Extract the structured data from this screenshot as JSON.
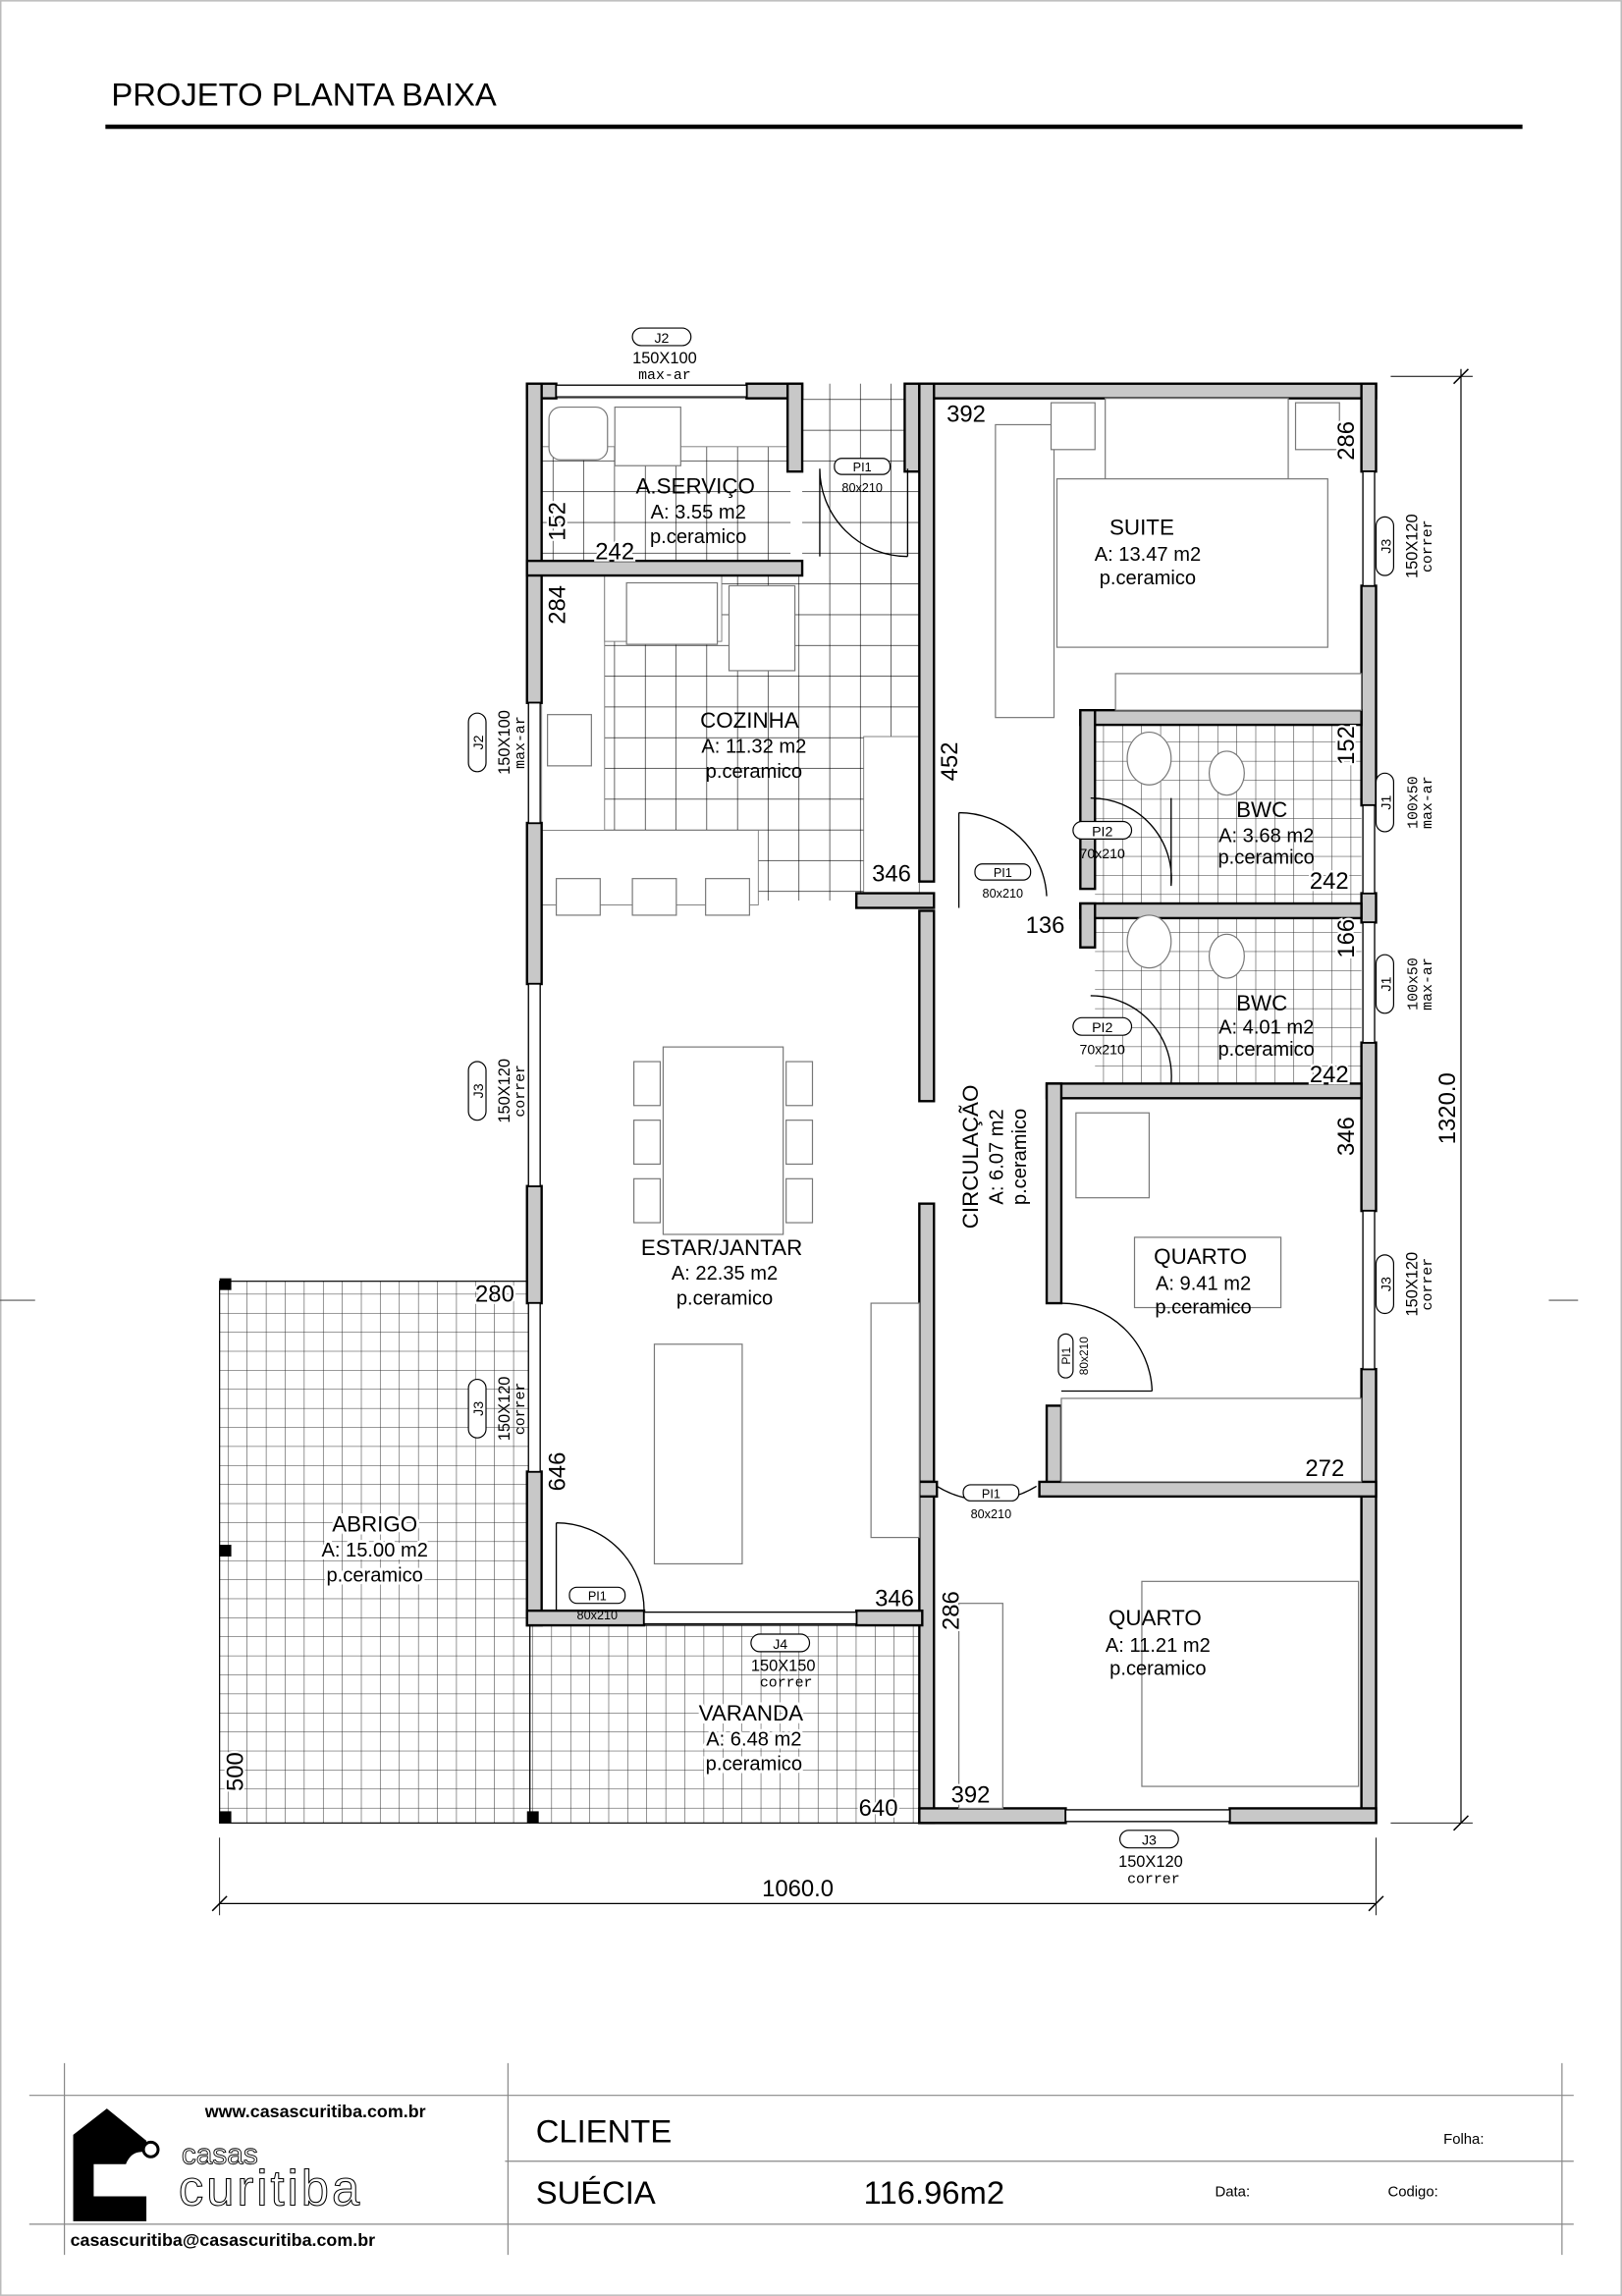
{
  "header": {
    "title": "PROJETO PLANTA BAIXA"
  },
  "rooms": [
    {
      "name": "A.SERVIÇO",
      "area": "A: 3.55 m2",
      "floor": "p.ceramico"
    },
    {
      "name": "COZINHA",
      "area": "A: 11.32 m2",
      "floor": "p.ceramico"
    },
    {
      "name": "SUITE",
      "area": "A: 13.47 m2",
      "floor": "p.ceramico"
    },
    {
      "name": "BWC",
      "area": "A: 3.68 m2",
      "floor": "p.ceramico"
    },
    {
      "name": "BWC",
      "area": "A: 4.01 m2",
      "floor": "p.ceramico"
    },
    {
      "name": "CIRCULAÇÃO",
      "area": "A: 6.07 m2",
      "floor": "p.ceramico"
    },
    {
      "name": "ESTAR/JANTAR",
      "area": "A: 22.35 m2",
      "floor": "p.ceramico"
    },
    {
      "name": "QUARTO",
      "area": "A: 9.41 m2",
      "floor": "p.ceramico"
    },
    {
      "name": "QUARTO",
      "area": "A: 11.21 m2",
      "floor": "p.ceramico"
    },
    {
      "name": "ABRIGO",
      "area": "A: 15.00 m2",
      "floor": "p.ceramico"
    },
    {
      "name": "VARANDA",
      "area": "A: 6.48 m2",
      "floor": "p.ceramico"
    }
  ],
  "dimensions": {
    "servico_h": "152",
    "servico_w": "242",
    "cozinha_h": "284",
    "cozinha_w": "346",
    "suite_w": "392",
    "suite_h": "286",
    "circ_h": "452",
    "circ_w": "136",
    "bwc1_h": "152",
    "bwc1_w": "242",
    "bwc2_h": "166",
    "bwc2_w": "242",
    "quarto1_h": "346",
    "quarto1_w": "272",
    "abrigo_h_top": "280",
    "estar_h": "646",
    "estar_w": "346",
    "quarto2_h": "286",
    "quarto2_w": "392",
    "varanda_h": "500",
    "varanda_w": "640",
    "total_w": "1060.0",
    "total_h": "1320.0"
  },
  "windows": [
    {
      "code": "J2",
      "size": "150X100",
      "type": "max-ar"
    },
    {
      "code": "J2",
      "size": "150X100",
      "type": "max-ar"
    },
    {
      "code": "J3",
      "size": "150X120",
      "type": "correr"
    },
    {
      "code": "J3",
      "size": "150X120",
      "type": "correr"
    },
    {
      "code": "J4",
      "size": "150X150",
      "type": "correr"
    },
    {
      "code": "J3",
      "size": "150X120",
      "type": "correr"
    },
    {
      "code": "J3",
      "size": "150X120",
      "type": "correr"
    },
    {
      "code": "J1",
      "size": "100x50",
      "type": "max-ar"
    },
    {
      "code": "J1",
      "size": "100x50",
      "type": "max-ar"
    },
    {
      "code": "J3",
      "size": "150X120",
      "type": "correr"
    }
  ],
  "doors": [
    {
      "code": "PI1",
      "size": "80x210"
    },
    {
      "code": "PI1",
      "size": "80x210"
    },
    {
      "code": "PI2",
      "size": "70x210"
    },
    {
      "code": "PI2",
      "size": "70x210"
    },
    {
      "code": "PI1",
      "size": "80x210"
    },
    {
      "code": "PI1",
      "size": "80x210"
    },
    {
      "code": "PI1",
      "size": "80x210"
    }
  ],
  "title_block": {
    "website": "www.casascuritiba.com.br",
    "email": "casascuritiba@casascuritiba.com.br",
    "logo_top": "casas",
    "logo_bottom": "curitiba",
    "client_label": "CLIENTE",
    "client_name": "SUÉCIA",
    "total_area": "116.96m2",
    "folha_label": "Folha:",
    "data_label": "Data:",
    "codigo_label": "Codigo:"
  },
  "colors": {
    "wall_fill": "#c8c8c8",
    "line": "#000000"
  }
}
